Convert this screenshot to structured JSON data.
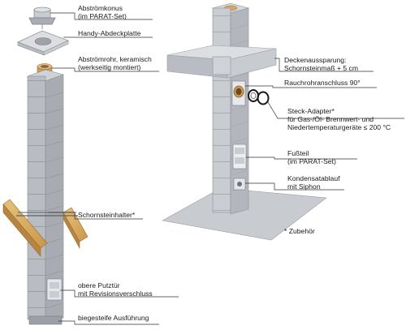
{
  "left_labels": {
    "abstroemkonus": {
      "line1": "Abströmkonus",
      "line2": "(im PARAT-Set)"
    },
    "abdeckplatte": {
      "line1": "Handy-Abdeckplatte"
    },
    "abstroemrohr": {
      "line1": "Abströmrohr, keramisch",
      "line2": "(werkseitig montiert)"
    },
    "schornsteinhalter": {
      "line1": "Schornsteinhalter*"
    },
    "putztuer": {
      "line1": "obere Putztür",
      "line2": "mit Revisionsverschluss"
    },
    "ausfuehrung": {
      "line1": "biegesteife Ausführung"
    }
  },
  "right_labels": {
    "deckenaussparung": {
      "line1": "Deckenaussparung:",
      "line2": "Schornsteinmaß + 5 cm"
    },
    "rauchrohr": {
      "line1": "Rauchrohranschluss 90°"
    },
    "steckadapter": {
      "line1": "Steck-Adapter*",
      "line2": "für Gas-/Öl- Brennwert- und",
      "line3": "Niedertemperaturgeräte ≤ 200 °C"
    },
    "fussteil": {
      "line1": "Fußteil",
      "line2": "(im PARAT-Set)"
    },
    "kondensat": {
      "line1": "Kondensatablauf",
      "line2": "mit Siphon"
    }
  },
  "footnote": "* Zubehör"
}
